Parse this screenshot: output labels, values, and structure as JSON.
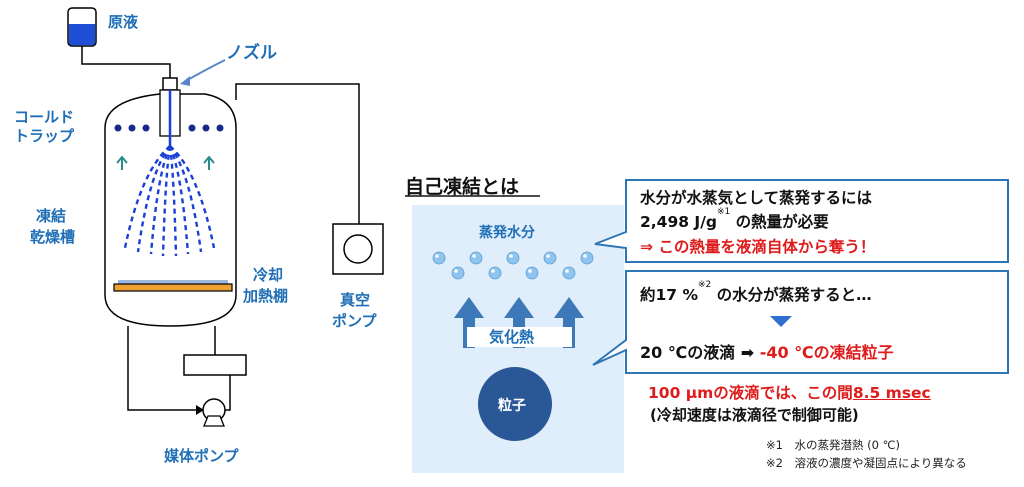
{
  "left_diagram": {
    "stock_solution": "原液",
    "nozzle": "ノズル",
    "cold_trap": [
      "コールド",
      "トラップ"
    ],
    "freeze_dry_chamber": [
      "凍結",
      "乾燥槽"
    ],
    "cooling_heating_shelf": [
      "冷却",
      "加熱棚"
    ],
    "vacuum_pump": [
      "真空",
      "ポンプ"
    ],
    "medium_pump": "媒体ポンプ"
  },
  "self_freeze": {
    "heading": "自己凍結とは",
    "evaporated_water": "蒸発水分",
    "vaporization_heat": "気化熱",
    "particle": "粒子"
  },
  "callout1": {
    "line1": "水分が水蒸気として蒸発するには",
    "line2_value": "2,498 J/g",
    "line2_note": "※1",
    "line2_rest": " の熱量が必要",
    "line3": "⇒ この熱量を液滴自体から奪う！"
  },
  "callout2": {
    "line1_a": "約17 %",
    "line1_note": "※2",
    "line1_b": " の水分が蒸発すると…",
    "line2_a": "20 ℃の液滴",
    "line2_arrow": "➡",
    "line2_b": "-40 ℃の凍結粒子"
  },
  "summary": {
    "line1_a": "100 µmの液滴では、この間",
    "line1_b": "8.5 msec",
    "line2": "(冷却速度は液滴径で制御可能)"
  },
  "notes": {
    "n1": "※1　水の蒸発潜熱 (0 ℃)",
    "n2": "※2　溶液の濃度や凝固点により異なる"
  },
  "colors": {
    "label_blue": "#1f6fb6",
    "spray_blue": "#1a3fd6",
    "panel_bg": "#dfeefa",
    "particle": "#2a5896",
    "arrow": "#3d79b8",
    "red": "#e01b1b"
  }
}
